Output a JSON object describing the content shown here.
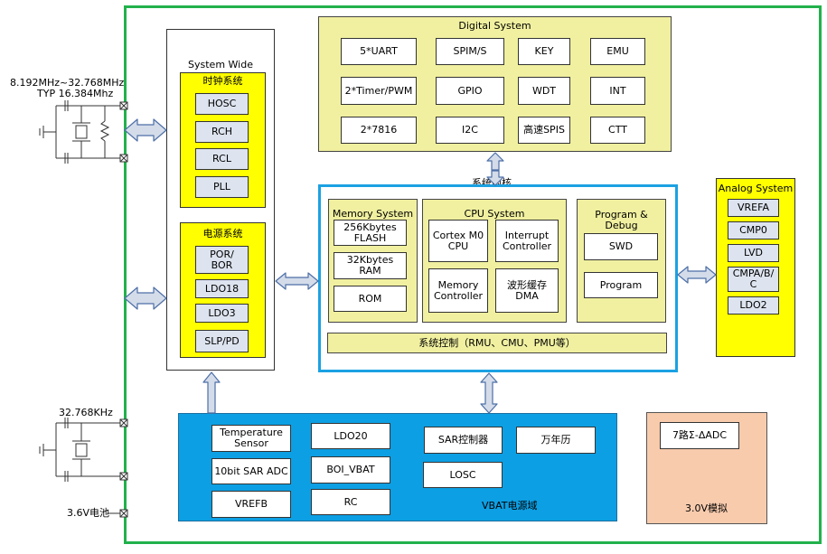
{
  "crystal_high": {
    "line1": "8.192MHz~32.768MHz",
    "line2": "TYP 16.384Mhz"
  },
  "crystal_low": {
    "label": "32.768KHz"
  },
  "battery": {
    "label": "3.6V电池"
  },
  "system_wide": {
    "title": "System Wide",
    "clock": {
      "title": "时钟系统",
      "items": [
        "HOSC",
        "RCH",
        "RCL",
        "PLL"
      ]
    },
    "power": {
      "title": "电源系统",
      "items": [
        "POR/\nBOR",
        "LDO18",
        "LDO3",
        "SLP/PD"
      ]
    }
  },
  "digital": {
    "title": "Digital System",
    "items": [
      "5*UART",
      "SPIM/S",
      "KEY",
      "EMU",
      "2*Timer/PWM",
      "GPIO",
      "WDT",
      "INT",
      "2*7816",
      "I2C",
      "高速SPIS",
      "CTT"
    ]
  },
  "bus_label": "系统内核",
  "memory": {
    "title": "Memory System",
    "items": [
      "256Kbytes\nFLASH",
      "32Kbytes\nRAM",
      "ROM"
    ]
  },
  "cpu": {
    "title": "CPU System",
    "items": [
      "Cortex M0\nCPU",
      "Interrupt\nController",
      "Memory\nController",
      "波形缓存\nDMA"
    ]
  },
  "program_debug": {
    "title": "Program &\nDebug",
    "items": [
      "SWD",
      "Program"
    ]
  },
  "sys_ctrl": "系统控制（RMU、CMU、PMU等）",
  "analog": {
    "title": "Analog System",
    "items": [
      "VREFA",
      "CMP0",
      "LVD",
      "CMPA/B/\nC",
      "LDO2"
    ]
  },
  "vbat": {
    "label": "VBAT电源域",
    "items": [
      "Temperature\nSensor",
      "10bit  SAR ADC",
      "VREFB",
      "LDO20",
      "BOI_VBAT",
      "RC",
      "SAR控制器",
      "万年历",
      "LOSC"
    ]
  },
  "adc_block": {
    "item": "7路Σ-ΔADC",
    "label": "3.0V模拟"
  },
  "colors": {
    "chip_border": "#22b14c",
    "core_border": "#1ba1e2",
    "yellow": "#ffff00",
    "light_yellow": "#f0f0a0",
    "vbat_blue": "#0d9fe3",
    "adc_orange": "#f8cbad",
    "arrow_fill": "#d4dcea",
    "arrow_stroke": "#4d6fa6"
  }
}
